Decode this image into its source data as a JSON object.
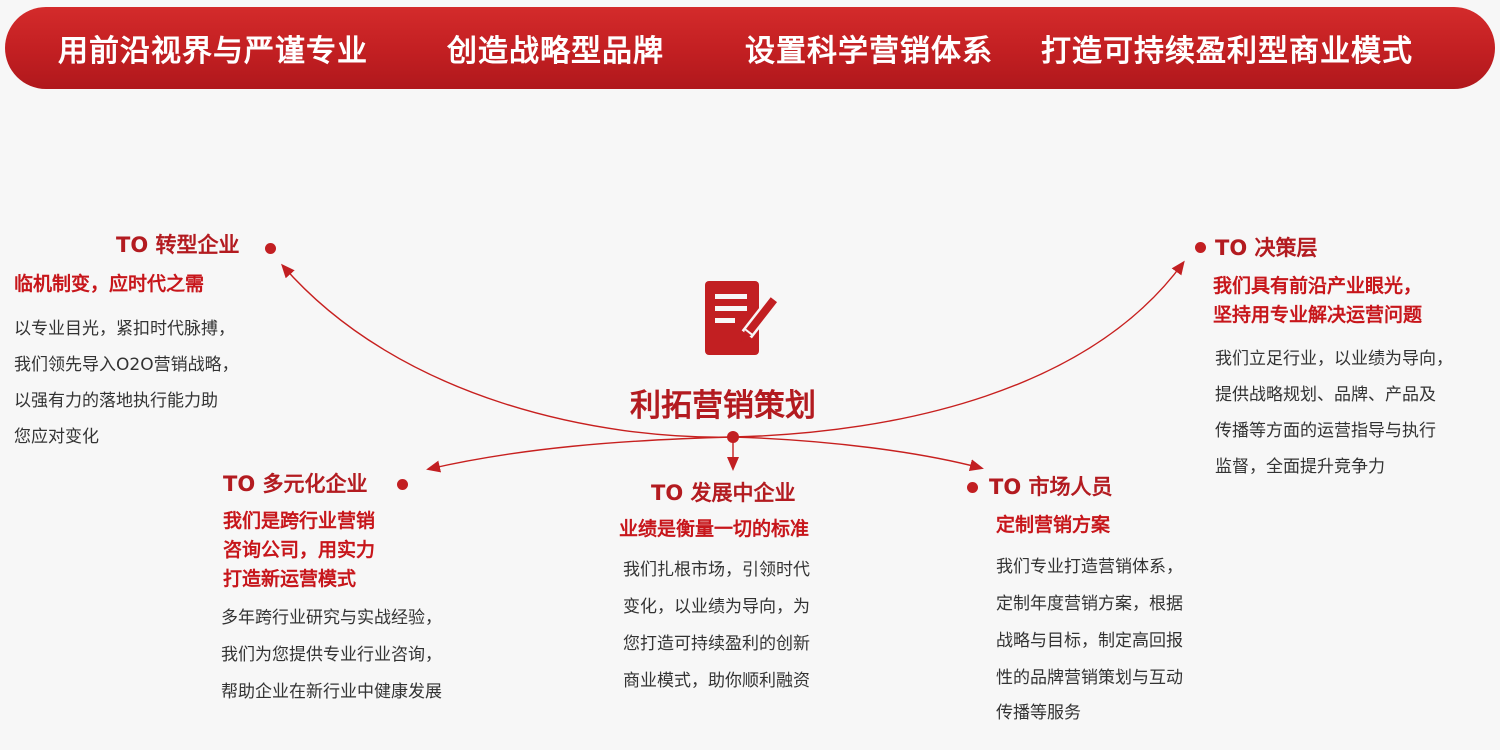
{
  "banner": {
    "items": [
      "用前沿视界与严谨专业",
      "创造战略型品牌",
      "设置科学营销体系",
      "打造可持续盈利型商业模式"
    ]
  },
  "center": {
    "title": "利拓营销策划",
    "icon": "document-edit-icon"
  },
  "colors": {
    "accent": "#c21f22",
    "title": "#b31b20",
    "body_text": "#333333",
    "background": "#f7f7f7"
  },
  "nodes": {
    "transform": {
      "title": "TO 转型企业",
      "subtitle": [
        "临机制变，应时代之需"
      ],
      "body": [
        "以专业目光，紧扣时代脉搏，",
        "我们领先导入O2O营销战略，",
        "以强有力的落地执行能力助",
        "您应对变化"
      ]
    },
    "decision": {
      "title": "TO 决策层",
      "subtitle": [
        "我们具有前沿产业眼光，",
        "坚持用专业解决运营问题"
      ],
      "body": [
        "我们立足行业，以业绩为导向，",
        "提供战略规划、品牌、产品及",
        "传播等方面的运营指导与执行",
        "监督，全面提升竞争力"
      ]
    },
    "diversified": {
      "title": "TO 多元化企业",
      "subtitle": [
        "我们是跨行业营销",
        "咨询公司，用实力",
        "打造新运营模式"
      ],
      "body": [
        "多年跨行业研究与实战经验，",
        "我们为您提供专业行业咨询，",
        "帮助企业在新行业中健康发展"
      ]
    },
    "developing": {
      "title": "TO 发展中企业",
      "subtitle": [
        "业绩是衡量一切的标准"
      ],
      "body": [
        "我们扎根市场，引领时代",
        "变化，以业绩为导向，为",
        "您打造可持续盈利的创新",
        "商业模式，助你顺利融资"
      ]
    },
    "marketing": {
      "title": "TO 市场人员",
      "subtitle": [
        "定制营销方案"
      ],
      "body": [
        "我们专业打造营销体系，",
        "定制年度营销方案，根据",
        "战略与目标，制定高回报",
        "性的品牌营销策划与互动",
        "传播等服务"
      ]
    }
  }
}
